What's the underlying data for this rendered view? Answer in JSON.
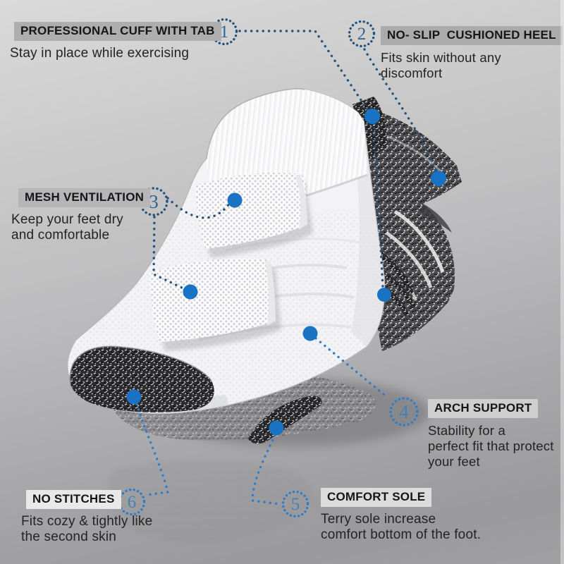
{
  "colors": {
    "background_top": "#dadada",
    "background_bottom": "#9a9a9c",
    "feature_dot": "#1a72c4",
    "leader_dark": "#24527f",
    "leader_bright": "#2d7dcb",
    "ring_dark": "#24527f",
    "ring_bright": "#2d7dcb",
    "number_dark": "#2f6590",
    "number_bright": "#4581b8",
    "title_text": "#161616",
    "body_text": "#232323"
  },
  "product": {
    "description": "white athletic ankle sock with marled gray cushioned heel, toe cap and terry sole, shown with two peeled mesh ventilation flaps and a floor reflection"
  },
  "callouts": [
    {
      "number": "1",
      "title": "PROFESSIONAL CUFF WITH TAB",
      "description": "Stay in place while exercising",
      "bar_bg": "#aeaeae"
    },
    {
      "number": "2",
      "title": "NO- SLIP  CUSHIONED HEEL",
      "description": "Fits skin without any discomfort",
      "bar_bg": "#ababab"
    },
    {
      "number": "3",
      "title": "MESH VENTILATION",
      "description": "Keep your feet dry\nand comfortable",
      "bar_bg": "#b6b6b8"
    },
    {
      "number": "4",
      "title": "ARCH SUPPORT",
      "description": "Stability for a\nperfect fit that protect\nyour feet",
      "bar_bg": "#cfcfcf"
    },
    {
      "number": "5",
      "title": "COMFORT SOLE",
      "description": "Terry sole increase\ncomfort bottom of the foot.",
      "bar_bg": "#dcdcdc"
    },
    {
      "number": "6",
      "title": "NO STITCHES",
      "description": "Fits cozy & tightly like\nthe second skin",
      "bar_bg": "#e9e9e9"
    }
  ]
}
